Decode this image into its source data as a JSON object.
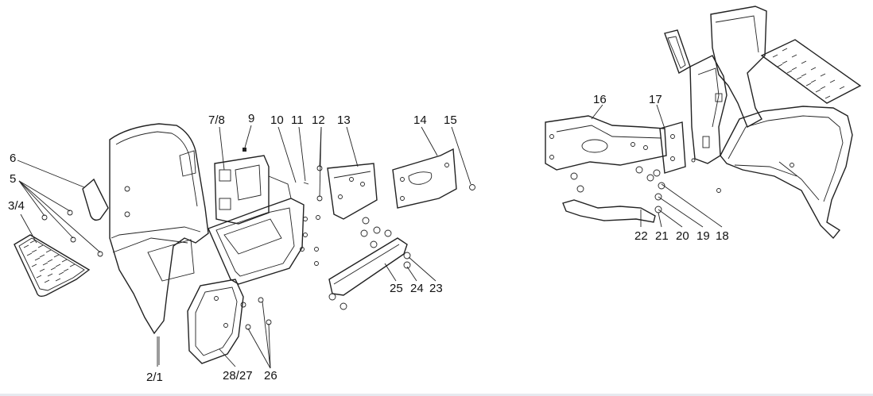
{
  "callouts": [
    {
      "id": "c1",
      "label": "2/1"
    },
    {
      "id": "c2",
      "label": "3/4"
    },
    {
      "id": "c3",
      "label": "5"
    },
    {
      "id": "c4",
      "label": "6"
    },
    {
      "id": "c5",
      "label": "7/8"
    },
    {
      "id": "c6",
      "label": "9"
    },
    {
      "id": "c7",
      "label": "10"
    },
    {
      "id": "c8",
      "label": "11"
    },
    {
      "id": "c9",
      "label": "12"
    },
    {
      "id": "c10",
      "label": "13"
    },
    {
      "id": "c11",
      "label": "14"
    },
    {
      "id": "c12",
      "label": "15"
    },
    {
      "id": "c13",
      "label": "16"
    },
    {
      "id": "c14",
      "label": "17"
    },
    {
      "id": "c15",
      "label": "18"
    },
    {
      "id": "c16",
      "label": "19"
    },
    {
      "id": "c17",
      "label": "20"
    },
    {
      "id": "c18",
      "label": "21"
    },
    {
      "id": "c19",
      "label": "22"
    },
    {
      "id": "c20",
      "label": "23"
    },
    {
      "id": "c21",
      "label": "24"
    },
    {
      "id": "c22",
      "label": "25"
    },
    {
      "id": "c23",
      "label": "26"
    },
    {
      "id": "c24",
      "label": "28/27"
    }
  ]
}
